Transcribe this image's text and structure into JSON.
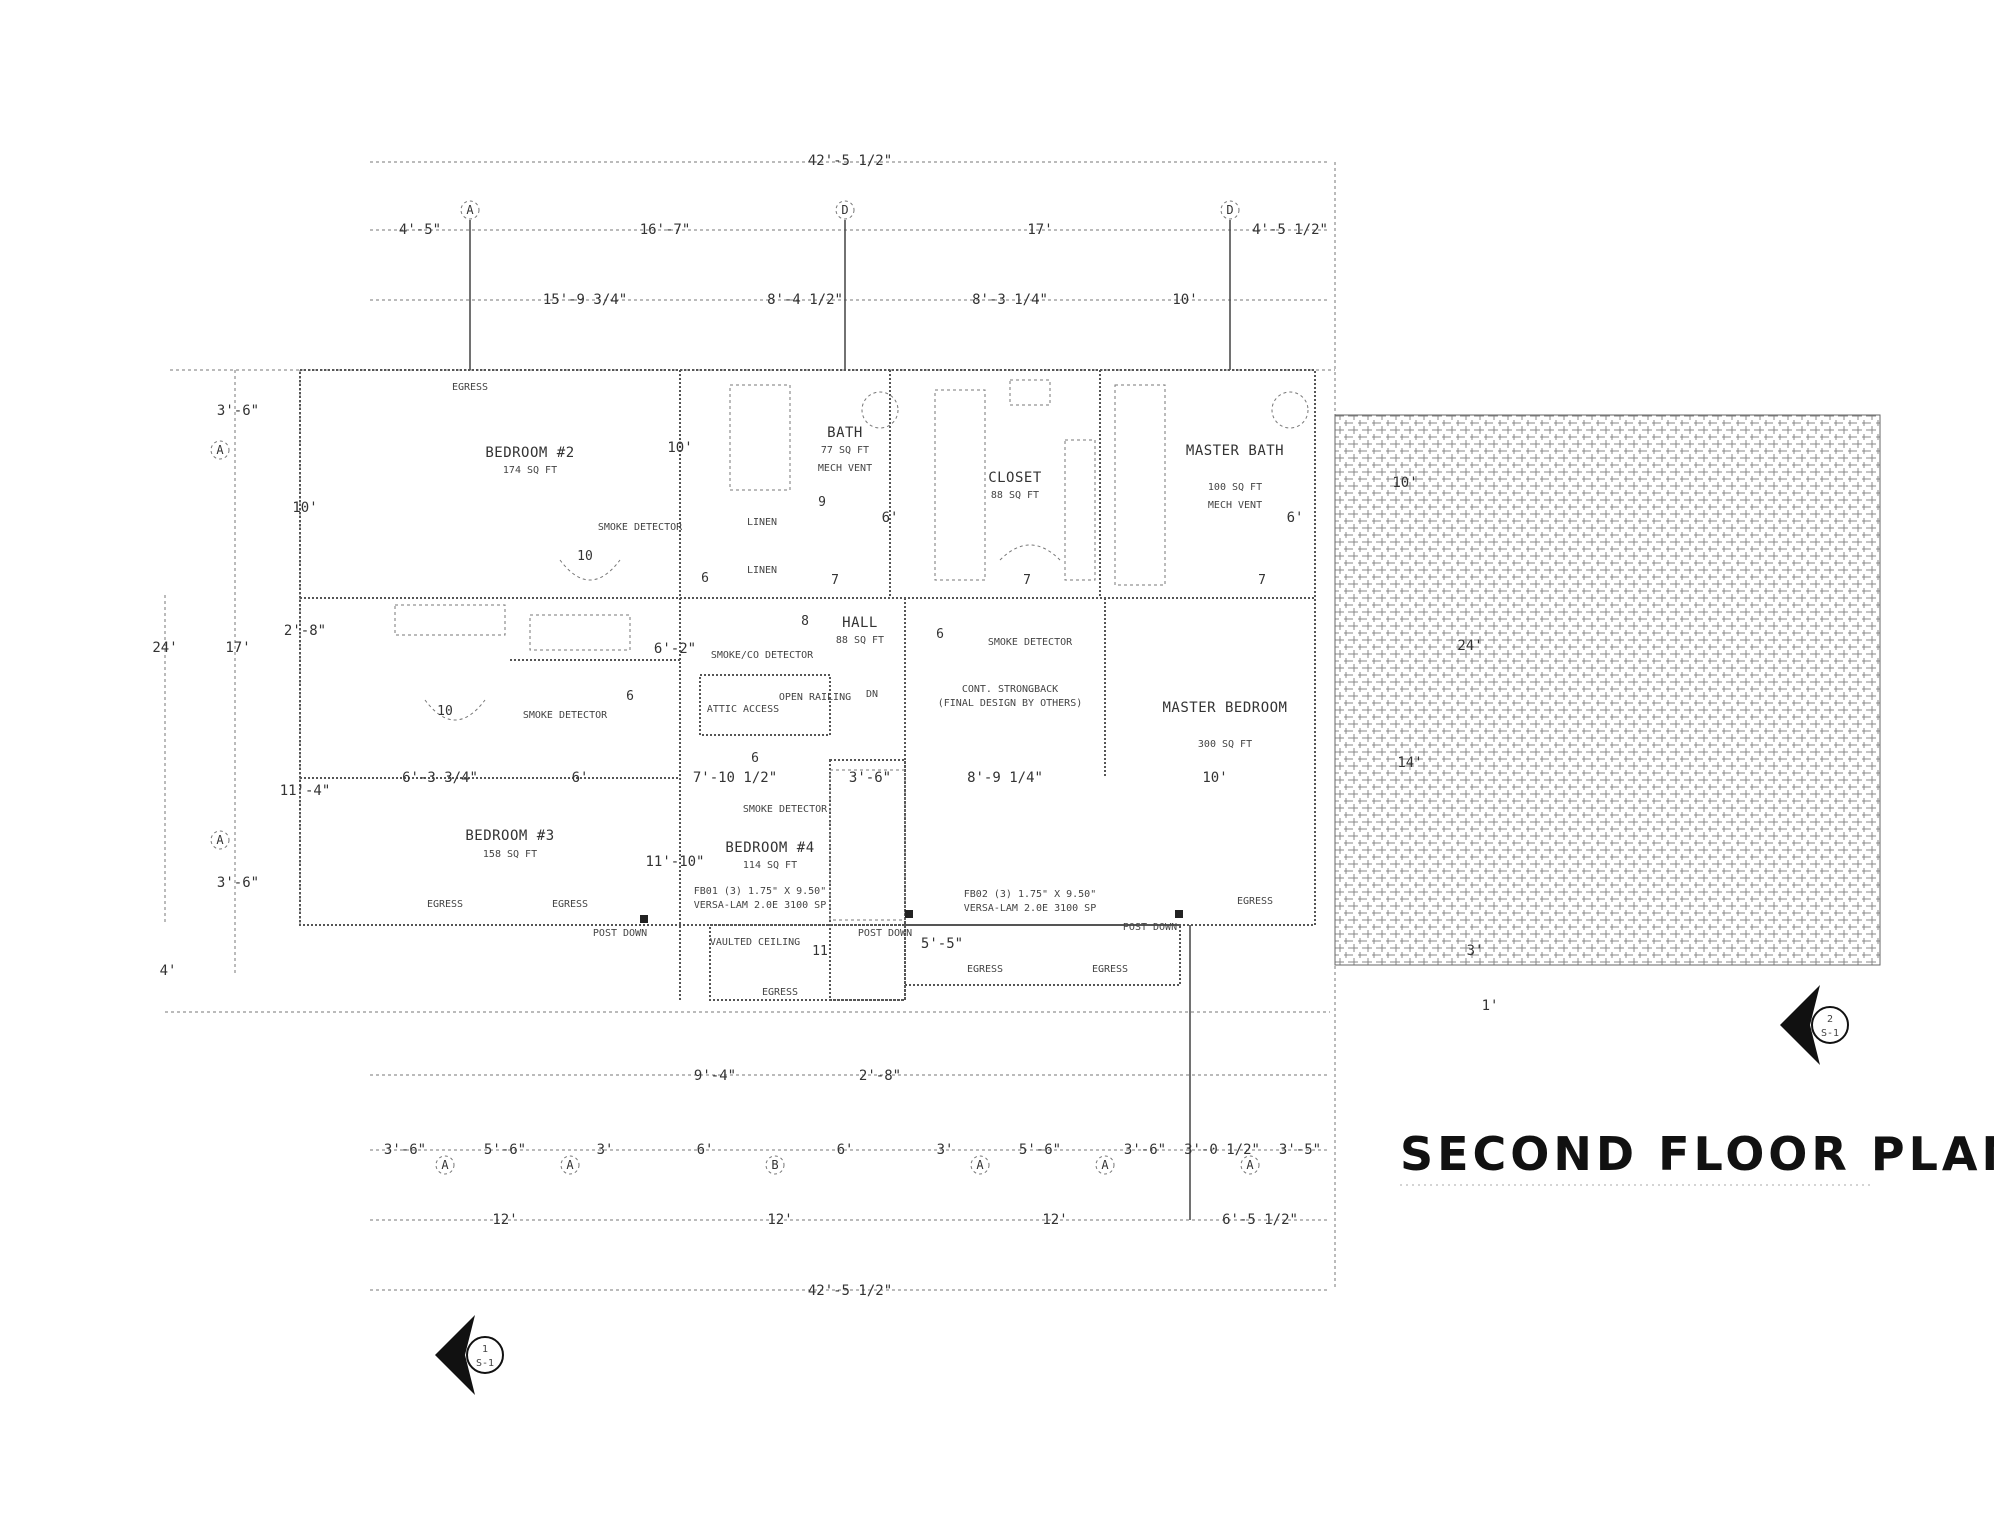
{
  "title": "SECOND FLOOR PLAN",
  "overall_dims": {
    "top": "42'-5 1/2\"",
    "bottom": "42'-5 1/2\""
  },
  "top_row1": [
    "4'-5\"",
    "16'-7\"",
    "17'",
    "4'-5 1/2\""
  ],
  "top_row2": [
    "15'-9 3/4\"",
    "8'-4 1/2\"",
    "8'-3 1/4\"",
    "10'"
  ],
  "bottom_row1": [
    "9'-4\"",
    "2'-8\""
  ],
  "bottom_row2": [
    "3'-6\"",
    "5'-6\"",
    "3'",
    "6'",
    "6'",
    "3'",
    "5'-6\"",
    "3'-6\"",
    "3'-0 1/2\"",
    "3'-5\""
  ],
  "bottom_row3": [
    "12'",
    "12'",
    "12'",
    "6'-5 1/2\""
  ],
  "left_dims": [
    "3'-6\"",
    "10'",
    "2'-8\"",
    "17'",
    "24'",
    "11'-4\"",
    "3'-6\"",
    "4'"
  ],
  "grid_tags": [
    "A",
    "D",
    "D",
    "A",
    "A",
    "A",
    "A",
    "B",
    "A",
    "A",
    "A"
  ],
  "rooms": [
    {
      "name": "BEDROOM #2",
      "area": "174 SQ FT"
    },
    {
      "name": "BATH",
      "area": "77 SQ FT",
      "note": "MECH VENT"
    },
    {
      "name": "CLOSET",
      "area": "88 SQ FT"
    },
    {
      "name": "MASTER BATH",
      "area": "100 SQ FT",
      "note": "MECH VENT"
    },
    {
      "name": "HALL",
      "area": "88 SQ FT"
    },
    {
      "name": "MASTER BEDROOM",
      "area": "300 SQ FT"
    },
    {
      "name": "BEDROOM #3",
      "area": "158 SQ FT"
    },
    {
      "name": "BEDROOM #4",
      "area": "114 SQ FT"
    }
  ],
  "labels": {
    "egress": "EGRESS",
    "linen": "LINEN",
    "smoke": "SMOKE DETECTOR",
    "smoke_co": "SMOKE/CO DETECTOR",
    "attic": "ATTIC ACCESS",
    "open_railing": "OPEN RAILING",
    "dn": "DN",
    "strongback": "CONT. STRONGBACK",
    "strongback_note": "(FINAL DESIGN BY OTHERS)",
    "fb01": "FB01 (3) 1.75\" X 9.50\"",
    "fb01_b": "VERSA-LAM 2.0E 3100 SP",
    "fb02": "FB02 (3) 1.75\" X 9.50\"",
    "fb02_b": "VERSA-LAM 2.0E 3100 SP",
    "post_down": "POST DOWN",
    "vaulted": "VAULTED CEILING",
    "deck_dims": [
      "10'",
      "24'",
      "14'",
      "3'",
      "1'"
    ],
    "interior_dims": [
      "10'",
      "6'",
      "6'",
      "6'-2\"",
      "6'-3 3/4\"",
      "6'",
      "7'-10 1/2\"",
      "3'-6\"",
      "8'-9 1/4\"",
      "10'",
      "11'-10\"",
      "5'-5\""
    ],
    "tags": [
      "9",
      "10",
      "6",
      "7",
      "7",
      "7",
      "8",
      "6",
      "10",
      "6",
      "6",
      "11"
    ]
  },
  "section_markers": [
    {
      "num": "2",
      "sheet": "S-1"
    },
    {
      "num": "1",
      "sheet": "S-1"
    }
  ]
}
